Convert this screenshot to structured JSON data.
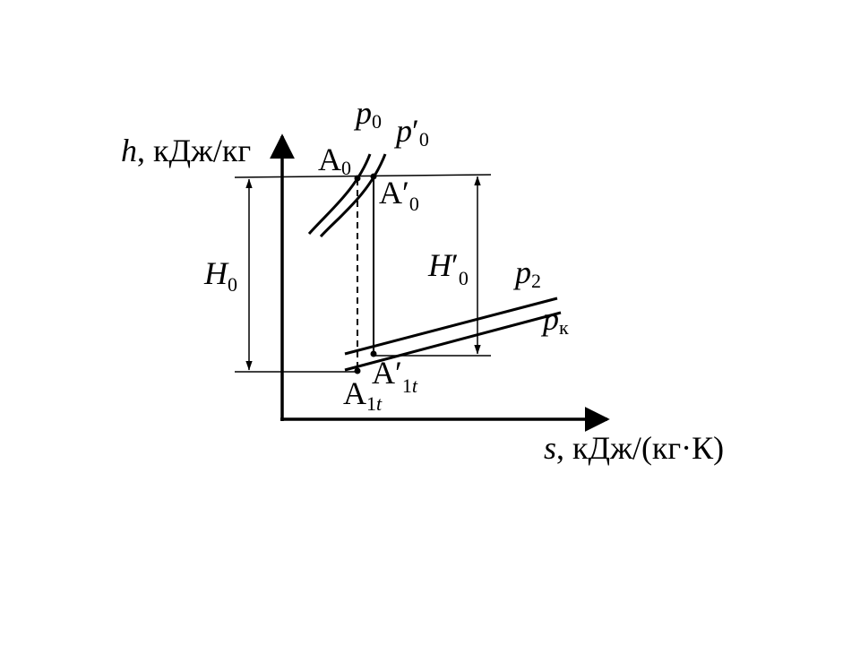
{
  "axes": {
    "y_label_var": "h",
    "y_label_unit": ", кДж/кг",
    "x_label_var": "s",
    "x_label_unit": ", кДж/(кг·К)"
  },
  "isobars": {
    "p0": {
      "base": "p",
      "sub": "0"
    },
    "p0_prime": {
      "base": "p",
      "prime": "′",
      "sub": "0"
    },
    "p2": {
      "base": "p",
      "sub": "2"
    },
    "pk": {
      "base": "p",
      "sub": "к"
    }
  },
  "points": {
    "A0": {
      "base": "А",
      "sub": "0"
    },
    "A0_prime": {
      "base": "А",
      "prime": "′",
      "sub": "0"
    },
    "A1t": {
      "base": "А",
      "sub": "1",
      "sub_it": "t"
    },
    "A1t_prime": {
      "base": "А",
      "prime": "′",
      "sub": "1",
      "sub_it": "t"
    }
  },
  "drops": {
    "H0": {
      "base": "H",
      "sub": "0"
    },
    "H0_prime": {
      "base": "H",
      "prime": "′",
      "sub": "0"
    }
  }
}
